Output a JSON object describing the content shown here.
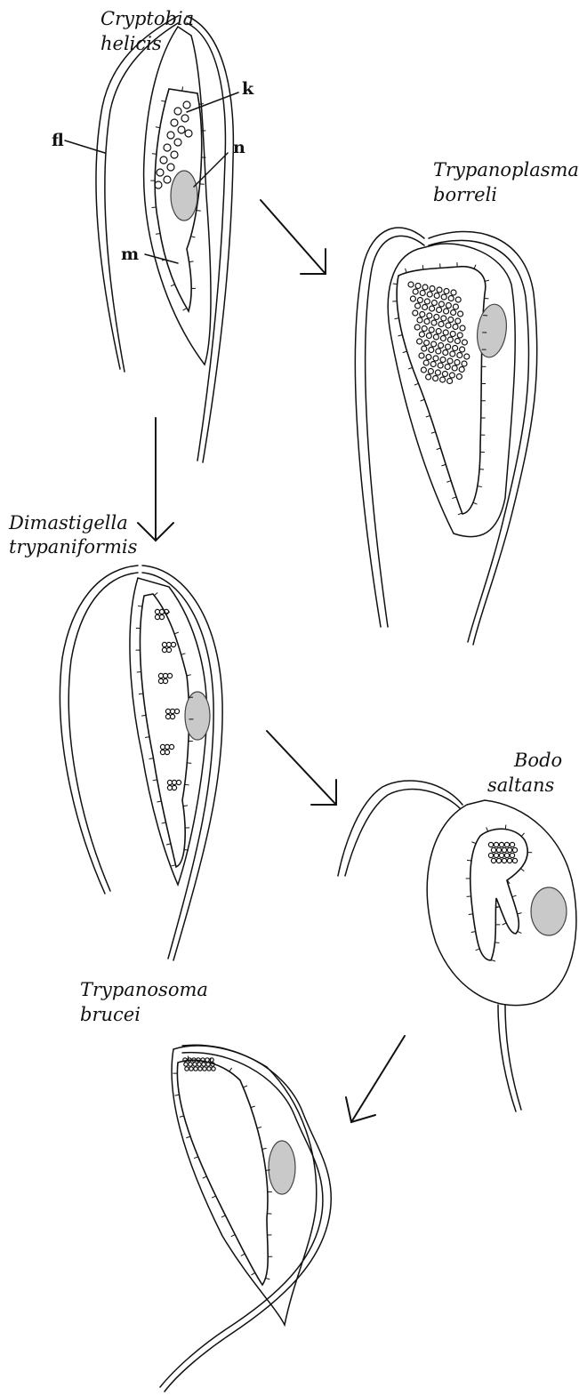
{
  "organisms": [
    {
      "id": "cryptobia",
      "genus": "Cryptobia",
      "species": "helicis"
    },
    {
      "id": "trypanoplasma",
      "genus": "Trypanoplasma",
      "species": "borreli"
    },
    {
      "id": "dimastigella",
      "genus": "Dimastigella",
      "species": "trypaniformis"
    },
    {
      "id": "bodo",
      "genus": "Bodo",
      "species": "saltans"
    },
    {
      "id": "trypanosoma",
      "genus": "Trypanosoma",
      "species": "brucei"
    }
  ],
  "labels": {
    "flagellum": "fl",
    "kinetoplast": "k",
    "nucleus": "n",
    "mitochondrion": "m"
  },
  "colors": {
    "line": "#111111",
    "nucleus_fill": "#c9c9c9",
    "background": "#ffffff"
  }
}
